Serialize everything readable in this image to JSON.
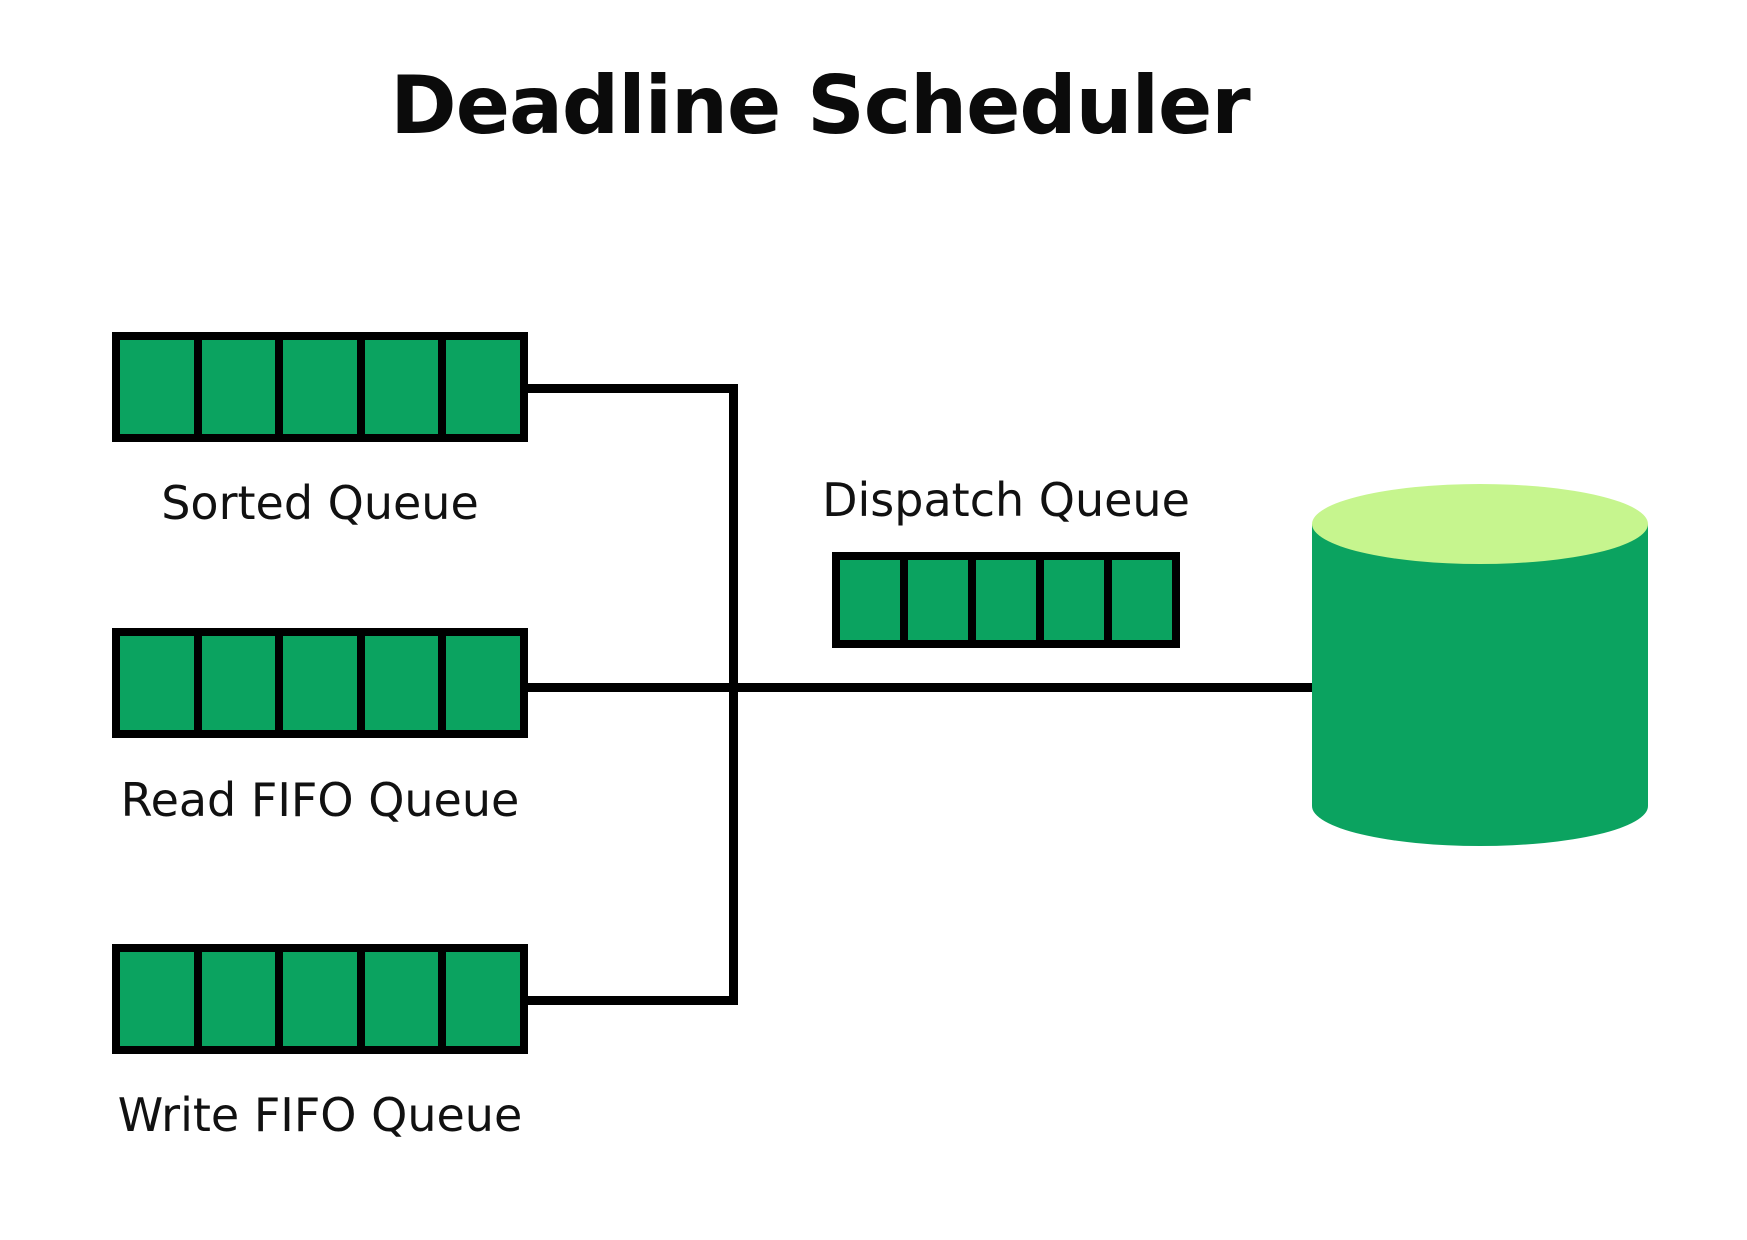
{
  "page": {
    "title": "Deadline Scheduler",
    "background_color": "#FFFFFF",
    "accent_green": "#0BA360",
    "cylinder_top_color": "#C6F58E",
    "line_color": "#000000"
  },
  "queues": {
    "sorted": {
      "label": "Sorted Queue",
      "cell_count": 5,
      "label_position": "below"
    },
    "read_fifo": {
      "label": "Read FIFO Queue",
      "cell_count": 5,
      "label_position": "below"
    },
    "write_fifo": {
      "label": "Write FIFO Queue",
      "cell_count": 5,
      "label_position": "below"
    },
    "dispatch": {
      "label": "Dispatch Queue",
      "cell_count": 5,
      "label_position": "above"
    }
  },
  "storage": {
    "name": "disk-cylinder",
    "label": ""
  },
  "connectors": {
    "sorted_to_trunk": "line",
    "write_to_trunk": "line",
    "trunk": "line",
    "trunk_to_disk": "arrow"
  }
}
